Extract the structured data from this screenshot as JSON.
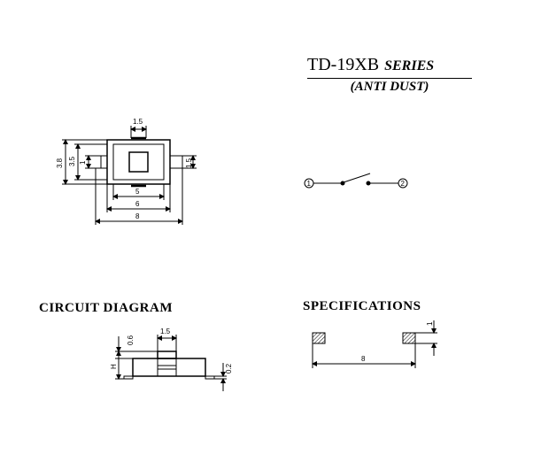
{
  "header": {
    "model": "TD-19XB",
    "series": "SERIES",
    "subtitle": "(ANTI  DUST)"
  },
  "sections": {
    "circuit_heading": "CIRCUIT  DIAGRAM",
    "specifications_heading": "SPECIFICATIONS"
  },
  "top_view": {
    "dim_width_actuator": "1.5",
    "dim_height_total": "3.8",
    "dim_height_body": "3.5",
    "dim_height_actuator": "1",
    "dim_height_terminal": "1.5",
    "dim_length_inner": "5",
    "dim_length_body": "6",
    "dim_length_total": "8"
  },
  "circuit": {
    "terminal_1": "1",
    "terminal_2": "2"
  },
  "side_view": {
    "dim_actuator_height": "0.6",
    "dim_actuator_width": "1.5",
    "dim_h": "H",
    "dim_terminal_thickness": "0.2"
  },
  "footprint": {
    "dim_pad": "1",
    "dim_span": "8"
  }
}
